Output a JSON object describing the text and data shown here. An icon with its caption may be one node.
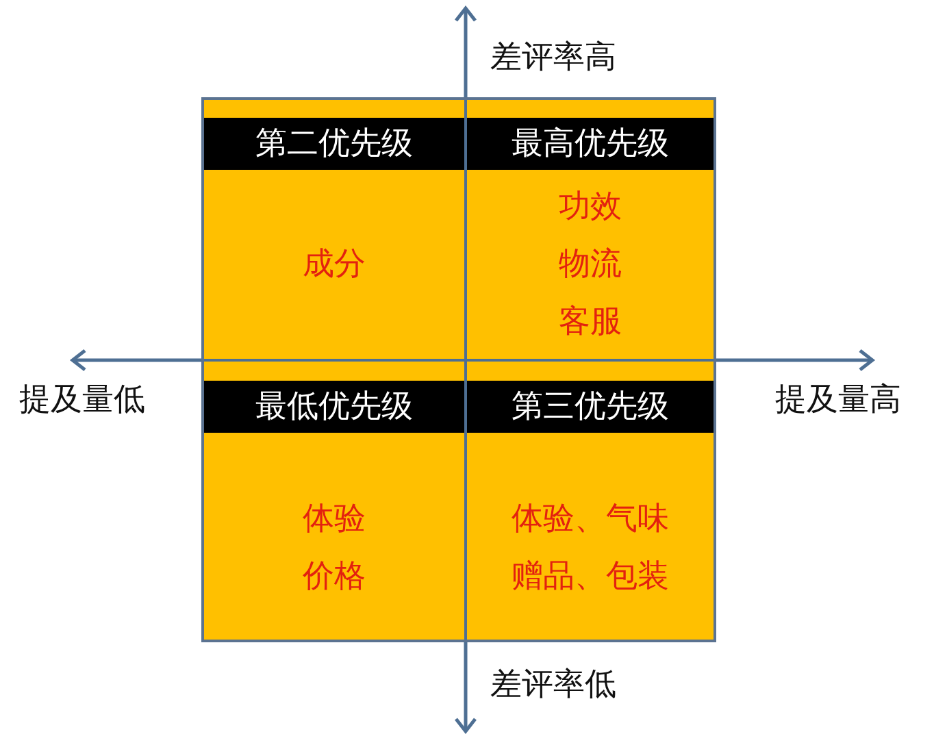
{
  "diagram": {
    "nodes": [
      {
        "text": [],
        "shape": "box"
      },
      {
        "text": [
          "第二优先级",
          "成分"
        ],
        "in": 0
      },
      {
        "text": [
          "最高优先级",
          "功效",
          "物流",
          "客服"
        ],
        "in": 0
      },
      {
        "text": [
          "最低优先级",
          "体验",
          "价格"
        ],
        "in": 0
      },
      {
        "text": [
          "第三优先级",
          "体验、气味",
          "赠品、包装"
        ],
        "in": 0
      }
    ],
    "labels": [
      "差评率高",
      "提及量低",
      "提及量高",
      "差评率低"
    ]
  }
}
